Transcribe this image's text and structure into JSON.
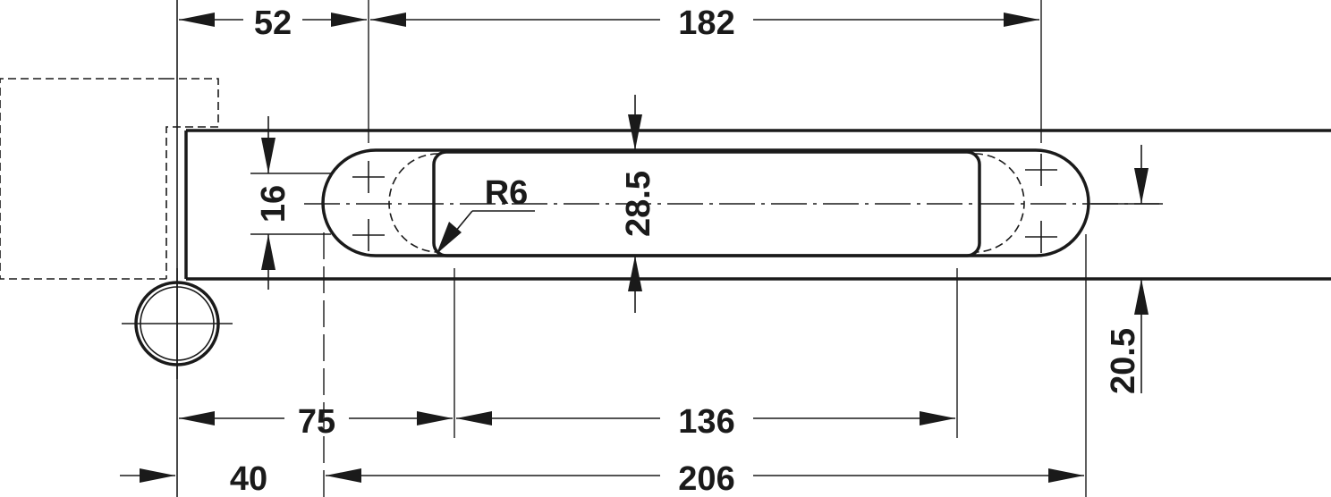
{
  "dimensions": {
    "top_left": "52",
    "top_main": "182",
    "height_slot": "16",
    "radius": "R6",
    "width_recess": "28.5",
    "right_offset": "20.5",
    "bottom_mid_left": "75",
    "bottom_mid_main": "136",
    "bottom_left": "40",
    "bottom_main": "206"
  }
}
